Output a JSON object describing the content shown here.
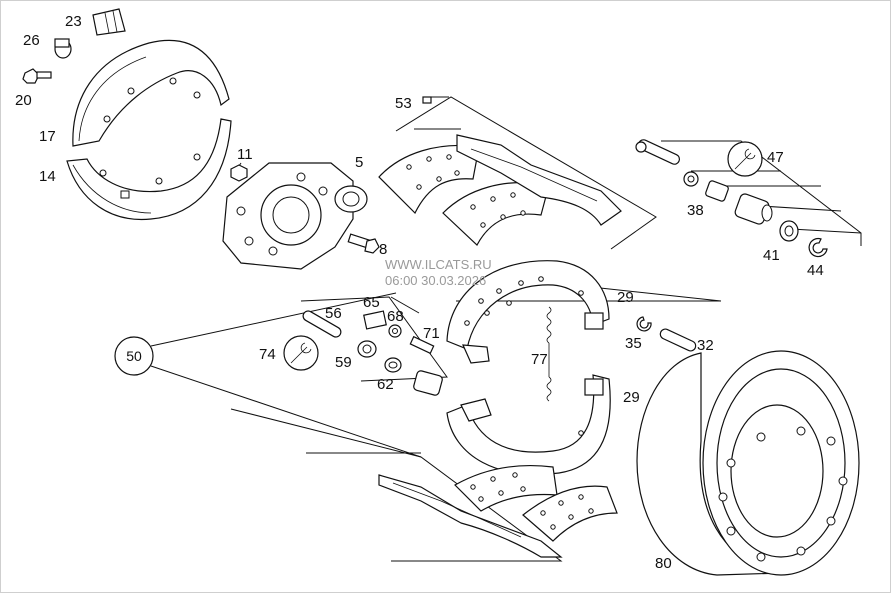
{
  "diagram": {
    "callout": {
      "label": "50"
    },
    "watermark": {
      "line1": "WWW.ILCATS.RU",
      "line2": "06:00 30.03.2026"
    },
    "parts": [
      {
        "id": "23",
        "label": "23"
      },
      {
        "id": "26",
        "label": "26"
      },
      {
        "id": "20",
        "label": "20"
      },
      {
        "id": "17",
        "label": "17"
      },
      {
        "id": "14",
        "label": "14"
      },
      {
        "id": "11",
        "label": "11"
      },
      {
        "id": "5",
        "label": "5"
      },
      {
        "id": "8",
        "label": "8"
      },
      {
        "id": "53",
        "label": "53"
      },
      {
        "id": "47",
        "label": "47"
      },
      {
        "id": "38",
        "label": "38"
      },
      {
        "id": "41",
        "label": "41"
      },
      {
        "id": "44",
        "label": "44"
      },
      {
        "id": "29a",
        "label": "29"
      },
      {
        "id": "35",
        "label": "35"
      },
      {
        "id": "32",
        "label": "32"
      },
      {
        "id": "56",
        "label": "56"
      },
      {
        "id": "65",
        "label": "65"
      },
      {
        "id": "68",
        "label": "68"
      },
      {
        "id": "71",
        "label": "71"
      },
      {
        "id": "74",
        "label": "74"
      },
      {
        "id": "59",
        "label": "59"
      },
      {
        "id": "62",
        "label": "62"
      },
      {
        "id": "77",
        "label": "77"
      },
      {
        "id": "29b",
        "label": "29"
      },
      {
        "id": "80",
        "label": "80"
      }
    ]
  }
}
